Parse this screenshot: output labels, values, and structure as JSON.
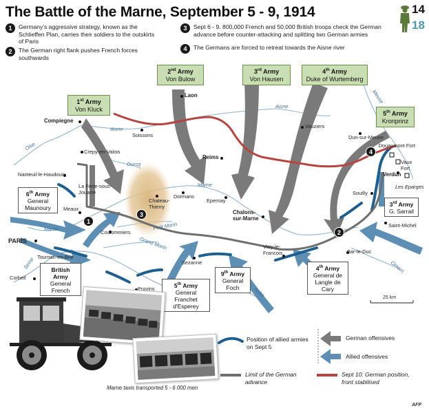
{
  "title": "The Battle of the Marne, September 5 - 9, 1914",
  "logo": {
    "top": "14",
    "bottom": "18",
    "figure": "soldier-silhouette-icon"
  },
  "notes": [
    {
      "num": "1",
      "text": "Germany's aggressive strategy, known as the Schlieffen Plan, carries their soldiers to the outskirts of Paris"
    },
    {
      "num": "2",
      "text": "The German right flank pushes French forces southwards"
    },
    {
      "num": "3",
      "text": "Sept 6 - 9. 800,000 French and 50,000 British troops check the German advance before counter-attacking and splitting two German armies"
    },
    {
      "num": "4",
      "text": "The Germans are forced to retreat towards the Aisne river"
    }
  ],
  "german_armies": [
    {
      "ordinal": "1",
      "suffix": "st",
      "label": " Army",
      "commander": "Von Kluck"
    },
    {
      "ordinal": "2",
      "suffix": "nd",
      "label": " Army",
      "commander": "Von Bulow"
    },
    {
      "ordinal": "3",
      "suffix": "rd",
      "label": " Army",
      "commander": "Von Hausen"
    },
    {
      "ordinal": "4",
      "suffix": "th",
      "label": " Army",
      "commander": "Duke of Wurtemberg"
    },
    {
      "ordinal": "5",
      "suffix": "th",
      "label": " Army",
      "commander": "Kronprinz"
    }
  ],
  "allied_armies": [
    {
      "ordinal": "6",
      "suffix": "th",
      "label": " Army",
      "commander": "General Maunoury"
    },
    {
      "ordinal": "",
      "suffix": "",
      "label": "British Army",
      "commander": "General French"
    },
    {
      "ordinal": "5",
      "suffix": "th",
      "label": " Army",
      "commander": "General Franchet d'Esperey"
    },
    {
      "ordinal": "9",
      "suffix": "th",
      "label": " Army",
      "commander": "General Foch"
    },
    {
      "ordinal": "4",
      "suffix": "th",
      "label": " Army",
      "commander": "General de Langle de Cary"
    },
    {
      "ordinal": "3",
      "suffix": "rd",
      "label": " Army",
      "commander": "G. Sarrail"
    }
  ],
  "places": {
    "laon": "Laon",
    "compiegne": "Compiegne",
    "soissons": "Soissons",
    "vouziers": "Vouziers",
    "dun": "Dun-sur-Meuse",
    "douaumont": "Douaumont Fort",
    "vaux": "Vaux Fort",
    "verdun": "Verdun",
    "eparges": "Les Eparges",
    "souilly": "Souilly",
    "stmihiel": "Saint-Michel",
    "reims": "Reims",
    "epernay": "Epernay",
    "chalons": "Chalons-sur-Marne",
    "crepy": "Crepy-en-Valois",
    "nanteuil": "Nanteuil-le-Haudouin",
    "ferte": "La Ferte-sous-Jouarre",
    "meaux": "Meaux",
    "chateau": "Chateau-Thierry",
    "dormans": "Dormans",
    "coulommiers": "Coulommiers",
    "paris": "PARIS",
    "tournan": "Tournan-en-Brie",
    "corbeil": "Corbeil",
    "sezanne": "Sezanne",
    "provins": "Provins",
    "vitry": "Vitry-le-Francois",
    "barleduc": "Bar-le-Duc"
  },
  "rivers": {
    "oise": "Oise",
    "aisne1": "Aisne",
    "aisne2": "Aisne",
    "meuse": "Meuse",
    "ourcq": "Ourcq",
    "marne1": "Marne",
    "marne2": "Marne",
    "petit_morin": "Petit Morin",
    "grand_morin": "Grand Morin",
    "seine": "Seine",
    "aube": "Aube",
    "ornain": "Ornain"
  },
  "markers": [
    "1",
    "2",
    "3",
    "4"
  ],
  "scale": "25 km",
  "legend": {
    "allied_positions": "Position of allied armies on Sept 5",
    "german_offensives": "German offensives",
    "allied_offensives": "Allied offensives",
    "german_limit": "Limit of the German advance",
    "german_position": "Sept 10: German position, front stabilised"
  },
  "caption": "Marne taxis transported 5 - 6 000 men",
  "credit": "AFP",
  "colors": {
    "german_arrow": "#7a7a7a",
    "allied_arrow": "#5c8fb3",
    "allied_position": "#1f5f8f",
    "german_limit": "#6e6e6e",
    "german_position": "#b5453f",
    "army_box": "#c9dfb3",
    "advance_glow": "#d8b47a"
  }
}
